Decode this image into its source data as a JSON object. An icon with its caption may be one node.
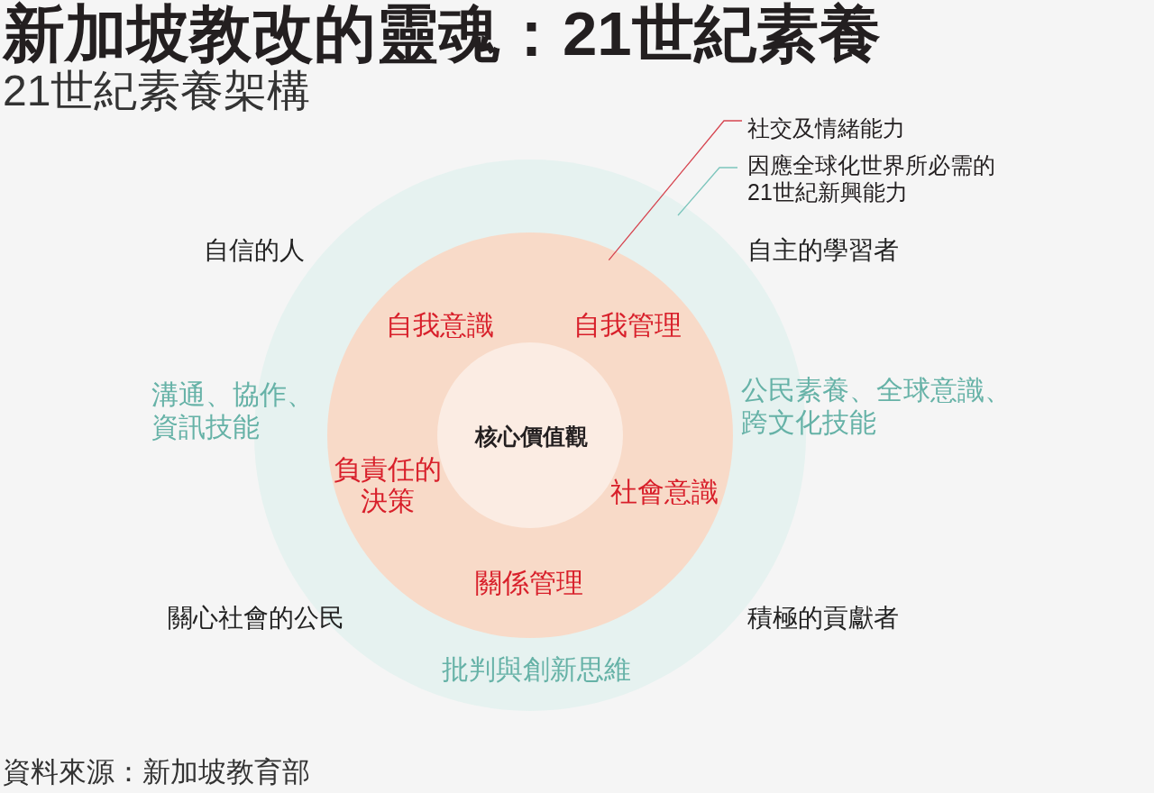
{
  "diagram": {
    "title": "新加坡教改的靈魂：21世紀素養",
    "caption": "資料來源：新加坡教育部",
    "nodes": [
      {
        "text": [
          "溝通、協作、資訊技能",
          "公民素養、全球意識、跨文化技能",
          "批判與創新思維"
        ]
      },
      {
        "text": [
          "自我意識",
          "自我管理",
          "負責任的決策",
          "社會意識",
          "關係管理"
        ],
        "in": 0
      },
      {
        "text": [
          "核心價值觀"
        ],
        "in": 1
      },
      {
        "text": [
          "社交及情緒能力"
        ]
      },
      {
        "text": [
          "因應全球化世界所必需的21世紀新興能力"
        ]
      }
    ],
    "edges": [
      {
        "from": 3,
        "to": 1,
        "arrow": "none",
        "color": "#d64550"
      },
      {
        "from": 4,
        "to": 0,
        "arrow": "none",
        "color": "#7cc5bc"
      }
    ],
    "labels": [
      "21世紀素養架構",
      "自信的人",
      "自主的學習者",
      "關心社會的公民",
      "積極的貢獻者"
    ]
  }
}
